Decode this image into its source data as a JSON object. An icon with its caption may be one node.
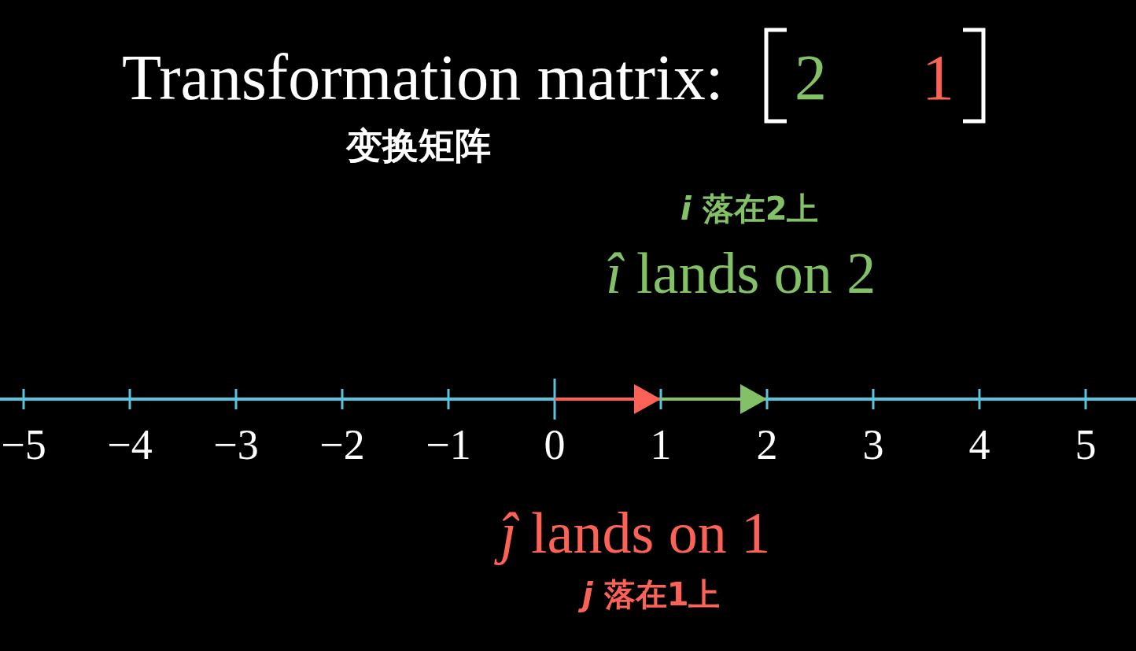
{
  "diagram": {
    "labels": [
      "Transformation matrix:",
      "2",
      "1",
      "变换矩阵",
      "*i* 落在2上",
      "*î* lands on 2",
      "−5",
      "−4",
      "−3",
      "−2",
      "−1",
      "0",
      "1",
      "2",
      "3",
      "4",
      "5",
      "*ĵ* lands on 1",
      "*j* 落在1上"
    ]
  }
}
